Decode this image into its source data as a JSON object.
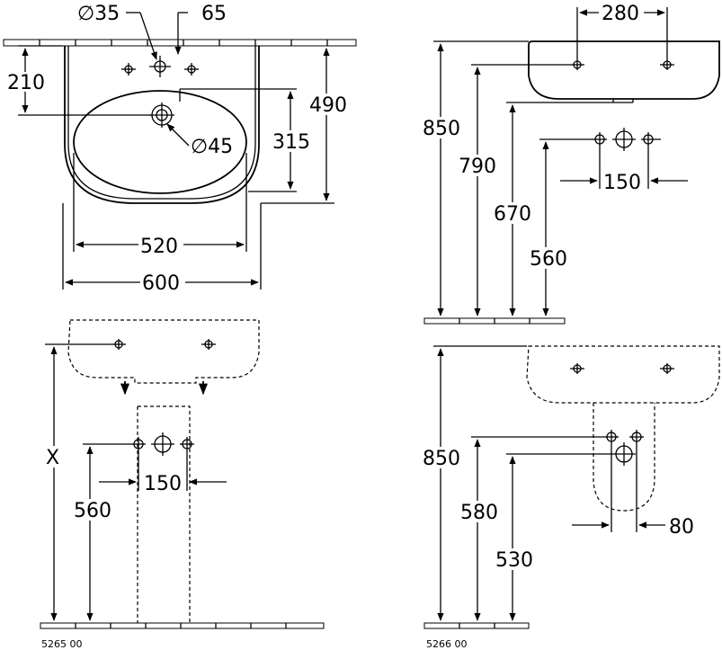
{
  "top_view": {
    "dia_tap": "∅35",
    "tap_offset": "65",
    "height_tap": "210",
    "depth": "490",
    "bowl_depth": "315",
    "dia_waste": "∅45",
    "bowl_width": "520",
    "width": "600"
  },
  "side_view": {
    "height_rim": "850",
    "height_hole": "790",
    "height_waste": "670",
    "height_supply": "560",
    "fixing_centres": "280",
    "supply_spacing": "150"
  },
  "pedestal_view": {
    "var_height": "X",
    "height_supply": "560",
    "supply_spacing": "150",
    "product_code": "5265 00"
  },
  "semi_pedestal_view": {
    "height_rim": "850",
    "height_supply": "580",
    "height_waste": "530",
    "offset": "80",
    "product_code": "5266 00"
  }
}
